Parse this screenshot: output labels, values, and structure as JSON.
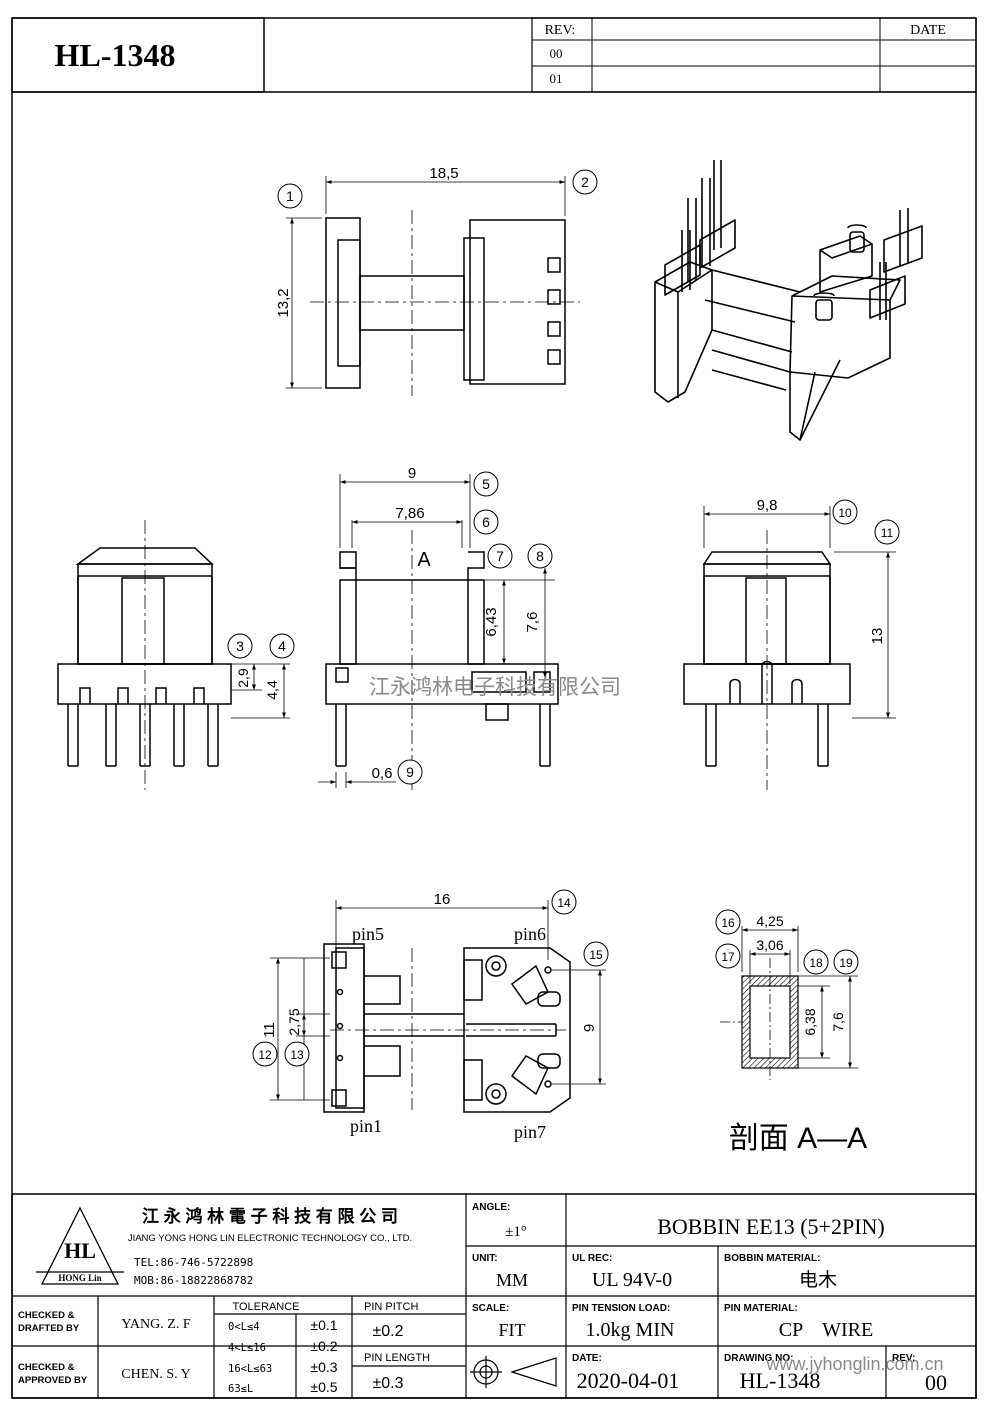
{
  "title": "HL-1348",
  "rev_table": {
    "rev_label": "REV:",
    "date_label": "DATE",
    "rows": [
      "00",
      "01"
    ]
  },
  "balloons": [
    "1",
    "2",
    "3",
    "4",
    "5",
    "6",
    "7",
    "8",
    "9",
    "10",
    "11",
    "12",
    "13",
    "14",
    "15",
    "16",
    "17",
    "18",
    "19"
  ],
  "dims": {
    "d1": "18,5",
    "d2": "13,2",
    "d3": "2,9",
    "d4": "4,4",
    "d5": "9",
    "d6": "7,86",
    "d8": "7,6",
    "d7": "6,43",
    "d9": "0,6",
    "d10": "9,8",
    "d11": "13",
    "d14": "16",
    "d12": "11",
    "d13": "2,75",
    "d15": "9",
    "d16": "4,25",
    "d17": "3,06",
    "d18": "6,38",
    "d19": "7,6"
  },
  "labels": {
    "section_mark": "A",
    "pin5": "pin5",
    "pin6": "pin6",
    "pin1": "pin1",
    "pin7": "pin7",
    "section_caption": "剖面 A—A",
    "watermark": "江永鸿林电子科技有限公司"
  },
  "company": {
    "name_cn": "江 永 鸿 林 電 子 科 技 有 限 公 司",
    "name_en": "JIANG YONG HONG LIN ELECTRONIC TECHNOLOGY CO., LTD.",
    "tel": "TEL:86-746-5722898",
    "mob": "MOB:86-18822868782",
    "logo_main": "HL",
    "logo_sub": "HONG Lin"
  },
  "title_block": {
    "angle_label": "ANGLE:",
    "angle_value": "±1°",
    "product": "BOBBIN EE13 (5+2PIN)",
    "unit_label": "UNIT:",
    "unit_value": "MM",
    "ul_label": "UL REC:",
    "ul_value": "UL 94V-0",
    "bobbin_material_label": "BOBBIN MATERIAL:",
    "bobbin_material_value": "电木",
    "scale_label": "SCALE:",
    "scale_value": "FIT",
    "tension_label": "PIN TENSION LOAD:",
    "tension_value": "1.0kg MIN",
    "pin_material_label": "PIN MATERIAL:",
    "pin_material_value": "CP    WIRE",
    "date_label": "DATE:",
    "date_value": "2020-04-01",
    "drawing_no_label": "DRAWING NO:",
    "drawing_no_value": "HL-1348",
    "rev_label": "REV:",
    "rev_value": "00",
    "checked_drafted_label_1": "CHECKED &",
    "checked_drafted_label_2": "DRAFTED BY",
    "checked_drafted_value": "YANG. Z. F",
    "checked_approved_label_1": "CHECKED &",
    "checked_approved_label_2": "APPROVED BY",
    "checked_approved_value": "CHEN. S. Y",
    "tolerance_label": "TOLERANCE",
    "tolerance_rows": [
      {
        "range": "0<L≤4",
        "value": "±0.1"
      },
      {
        "range": "4<L≤16",
        "value": "±0.2"
      },
      {
        "range": "16<L≤63",
        "value": "±0.3"
      },
      {
        "range": "63≤L",
        "value": "±0.5"
      }
    ],
    "pin_pitch_label": "PIN PITCH",
    "pin_pitch_value": "±0.2",
    "pin_length_label": "PIN LENGTH",
    "pin_length_value": "±0.3",
    "website": "www.jyhonglin.com.cn"
  }
}
